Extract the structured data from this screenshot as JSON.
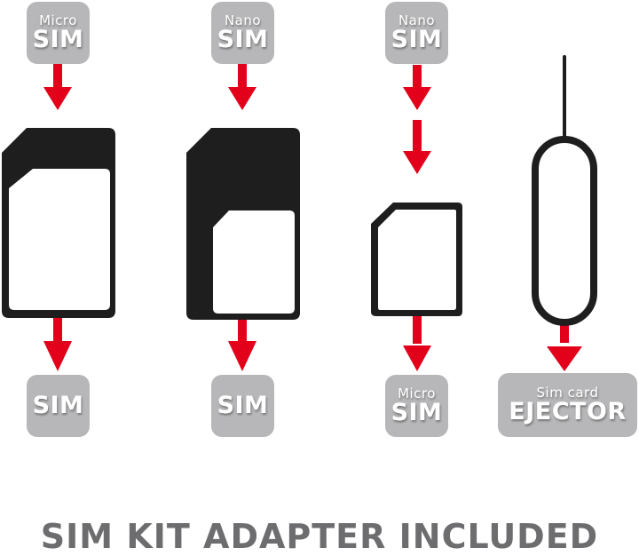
{
  "columns": [
    {
      "top_label": {
        "small": "Micro",
        "big": "SIM"
      },
      "bottom_label": {
        "small": "",
        "big": "SIM"
      },
      "item": "micro-to-standard-adapter"
    },
    {
      "top_label": {
        "small": "Nano",
        "big": "SIM"
      },
      "bottom_label": {
        "small": "",
        "big": "SIM"
      },
      "item": "nano-to-standard-adapter"
    },
    {
      "top_label": {
        "small": "Nano",
        "big": "SIM"
      },
      "bottom_label": {
        "small": "Micro",
        "big": "SIM"
      },
      "item": "nano-to-micro-adapter"
    },
    {
      "top_label": null,
      "bottom_label": {
        "small": "Sim card",
        "big": "EJECTOR"
      },
      "item": "sim-ejector-pin"
    }
  ],
  "footer": {
    "title": "SIM KIT ADAPTER INCLUDED"
  },
  "colors": {
    "arrow": "#e2001a",
    "badge": "#b7b7b9",
    "outline": "#1e1e1e",
    "footer_text": "#6d6d70"
  }
}
